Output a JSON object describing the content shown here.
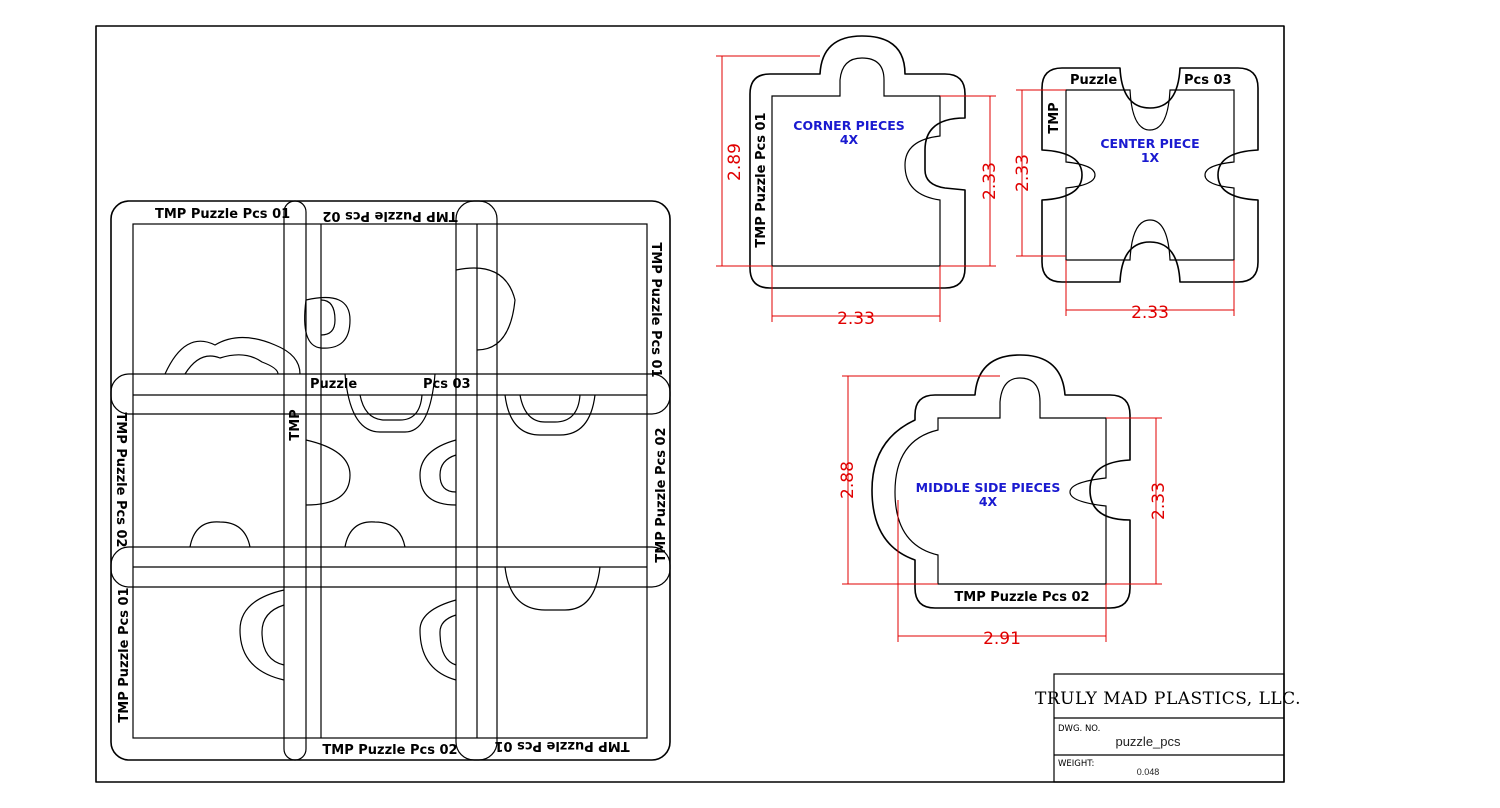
{
  "assembly": {
    "labels": {
      "top_left": "TMP Puzzle Pcs 01",
      "top_mid_flipped": "TMP Puzzle Pcs 02",
      "top_right_vertical": "TMP Puzzle Pcs 01",
      "left_mid_vertical": "TMP Puzzle Pcs 02",
      "center_puzzle": "Puzzle",
      "center_pcs": "Pcs 03",
      "center_tmp": "TMP",
      "right_mid_vertical": "TMP Puzzle Pcs 02",
      "bottom_left_vertical": "TMP Puzzle Pcs 01",
      "bottom_mid": "TMP Puzzle Pcs 02",
      "bottom_right_flipped": "TMP Puzzle Pcs 01"
    }
  },
  "corner_piece": {
    "side_label": "TMP Puzzle Pcs 01",
    "title": "CORNER PIECES",
    "qty": "4X",
    "dim_height_left": "2.89",
    "dim_height_right": "2.33",
    "dim_width": "2.33"
  },
  "center_piece": {
    "label_puzzle": "Puzzle",
    "label_pcs": "Pcs 03",
    "label_tmp": "TMP",
    "title": "CENTER PIECE",
    "qty": "1X",
    "dim_height": "2.33",
    "dim_width": "2.33"
  },
  "middle_side_piece": {
    "title": "MIDDLE SIDE PIECES",
    "qty": "4X",
    "bottom_label": "TMP Puzzle Pcs 02",
    "dim_height_left": "2.88",
    "dim_height_right": "2.33",
    "dim_width": "2.91"
  },
  "title_block": {
    "company": "TRULY MAD PLASTICS, LLC.",
    "dwg_no_label": "DWG. NO.",
    "dwg_no_value": "puzzle_pcs",
    "weight_label": "WEIGHT:",
    "weight_value": "0.048"
  },
  "colors": {
    "dimension": "#e00000",
    "callout": "#1a1ad0",
    "outline": "#000000"
  }
}
